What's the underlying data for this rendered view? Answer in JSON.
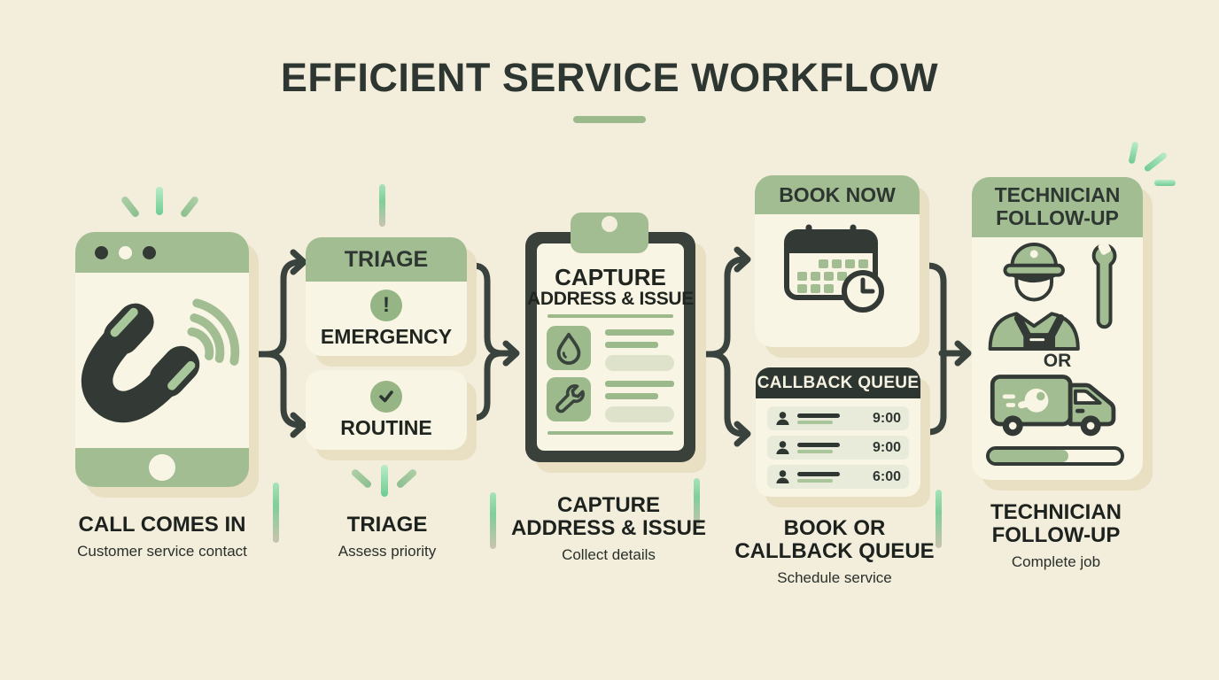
{
  "title": "EFFICIENT SERVICE WORKFLOW",
  "triage": {
    "header": "TRIAGE",
    "emergency_label": "EMERGENCY",
    "routine_label": "ROUTINE"
  },
  "clipboard": {
    "title_line1": "CAPTURE",
    "title_line2": "ADDRESS & ISSUE"
  },
  "booking": {
    "header": "BOOK NOW"
  },
  "queue": {
    "header": "CALLBACK QUEUE",
    "rows": [
      {
        "time": "9:00"
      },
      {
        "time": "9:00"
      },
      {
        "time": "6:00"
      }
    ]
  },
  "technician": {
    "header_line1": "TECHNICIAN",
    "header_line2": "FOLLOW-UP",
    "or_label": "OR"
  },
  "captions": [
    {
      "line1": "CALL COMES IN",
      "line2": "",
      "sub": "Customer service contact"
    },
    {
      "line1": "TRIAGE",
      "line2": "",
      "sub": "Assess priority"
    },
    {
      "line1": "CAPTURE",
      "line2": "ADDRESS & ISSUE",
      "sub": "Collect details"
    },
    {
      "line1": "BOOK OR",
      "line2": "CALLBACK QUEUE",
      "sub": "Schedule service"
    },
    {
      "line1": "TECHNICIAN",
      "line2": "FOLLOW-UP",
      "sub": "Complete job"
    }
  ],
  "icons": {
    "exclamation_glyph": "!",
    "phone": "phone-handset",
    "waves": "ringing-signal-waves",
    "check": "check-mark",
    "droplet": "water-droplet",
    "wrench": "wrench",
    "calendar": "calendar-with-clock",
    "person": "person-silhouette",
    "technician": "technician-avatar",
    "van": "service-van",
    "progress": "progress-bar",
    "sparkle": "sparkle-rays"
  },
  "colors": {
    "background": "#f2eedb",
    "card": "#f9f5e4",
    "sage": "#a2bd92",
    "dark": "#323a35",
    "connector": "#3a423e",
    "mint": "#85d49e",
    "shadow": "#e9dfc3"
  }
}
